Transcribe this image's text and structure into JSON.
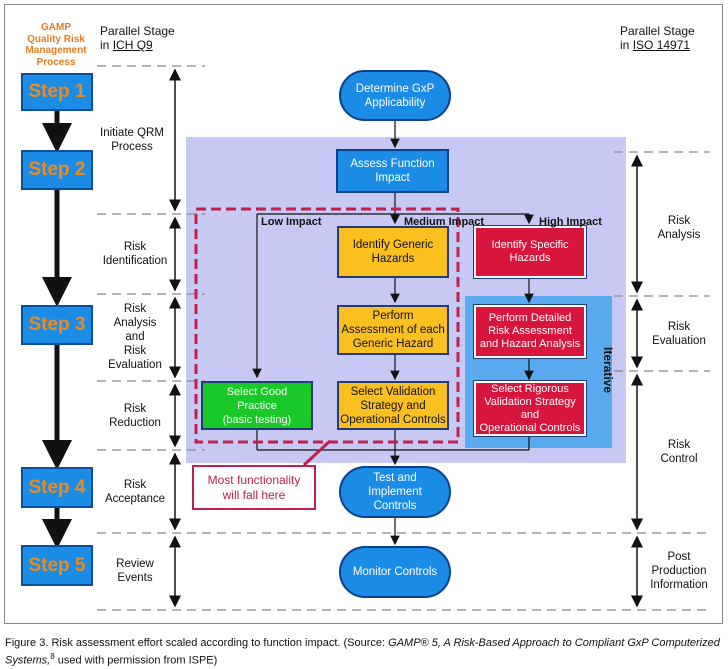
{
  "gamp_title": [
    "GAMP",
    "Quality Risk",
    "Management",
    "Process"
  ],
  "left_header": {
    "line1": "Parallel Stage",
    "line2_prefix": "in ",
    "line2_link": "ICH Q9"
  },
  "right_header": {
    "line1": "Parallel Stage",
    "line2_prefix": "in ",
    "line2_link": "ISO 14971"
  },
  "steps": [
    "Step 1",
    "Step 2",
    "Step 3",
    "Step 4",
    "Step 5"
  ],
  "ich_stages": {
    "initiate": [
      "Initiate QRM",
      "Process"
    ],
    "identification": [
      "Risk",
      "Identification"
    ],
    "analysis": [
      "Risk",
      "Analysis",
      "and",
      "Risk",
      "Evaluation"
    ],
    "reduction": [
      "Risk",
      "Reduction"
    ],
    "acceptance": [
      "Risk",
      "Acceptance"
    ],
    "review": [
      "Review",
      "Events"
    ]
  },
  "iso_stages": {
    "analysis": [
      "Risk",
      "Analysis"
    ],
    "evaluation": [
      "Risk",
      "Evaluation"
    ],
    "control": [
      "Risk",
      "Control"
    ],
    "post": [
      "Post",
      "Production",
      "Information"
    ]
  },
  "boxes": {
    "determine": [
      "Determine GxP",
      "Applicability"
    ],
    "assess": [
      "Assess Function",
      "Impact"
    ],
    "generic_hazards": [
      "Identify Generic",
      "Hazards"
    ],
    "specific_hazards": [
      "Identify Specific",
      "Hazards"
    ],
    "perform_assessment": [
      "Perform",
      "Assessment of each",
      "Generic Hazard"
    ],
    "detailed_risk": [
      "Perform Detailed",
      "Risk Assessment",
      "and Hazard Analysis"
    ],
    "good_practice": [
      "Select Good",
      "Practice",
      "(basic testing)"
    ],
    "validation_strategy": [
      "Select Validation",
      "Strategy and",
      "Operational Controls"
    ],
    "rigorous": [
      "Select Rigorous",
      "Validation Strategy and",
      "Operational Controls"
    ],
    "test_implement": [
      "Test and",
      "Implement",
      "Controls"
    ],
    "monitor": [
      "Monitor Controls"
    ]
  },
  "impact_labels": {
    "low": "Low Impact",
    "medium": "Medium Impact",
    "high": "High Impact"
  },
  "iterative": "Iterative",
  "callout": [
    "Most functionality",
    "will fall here"
  ],
  "caption": {
    "prefix": "Figure 3. Risk assessment effort scaled according to function impact. (Source: ",
    "italic": "GAMP® 5, A Risk-Based Approach to Compliant GxP Computerized Systems,",
    "sup": "8",
    "suffix": " used with permission from ISPE)"
  },
  "colors": {
    "step_blue": "#1a8ce6",
    "step_text_orange": "#f08a1c",
    "gamp_orange": "#e87d1e",
    "lavender": "#c8c8f5",
    "iterative_blue": "#5aaaf0",
    "hazard_yellow": "#f9c020",
    "hazard_red": "#d8153c",
    "practice_green": "#19c928",
    "dashed_red": "#c0204a"
  }
}
